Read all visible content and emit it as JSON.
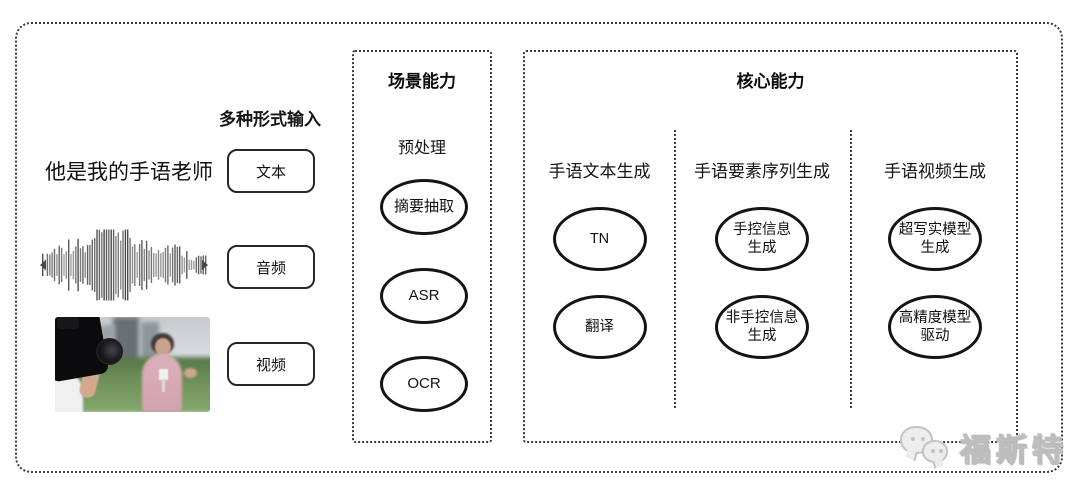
{
  "colors": {
    "ink": "#1c1c1c",
    "frame_border": "#3c3c3c",
    "node_border": "#141414",
    "watermark_gray": "#c3c3c3",
    "background": "#ffffff"
  },
  "input_section": {
    "heading": "多种形式输入",
    "sample_text": "他是我的手语老师",
    "types": [
      {
        "label": "文本"
      },
      {
        "label": "音频"
      },
      {
        "label": "视频"
      }
    ],
    "media": {
      "waveform": "audio-waveform-icon",
      "photo": "camera-filming-reporter-photo"
    }
  },
  "scene_capability": {
    "title": "场景能力",
    "stage_label": "预处理",
    "nodes": [
      "摘要抽取",
      "ASR",
      "OCR"
    ]
  },
  "core_capability": {
    "title": "核心能力",
    "columns": [
      {
        "header": "手语文本生成",
        "nodes": [
          {
            "lines": [
              "TN",
              ""
            ]
          },
          {
            "lines": [
              "翻译",
              ""
            ]
          }
        ]
      },
      {
        "header": "手语要素序列生成",
        "nodes": [
          {
            "lines": [
              "手控信息",
              "生成"
            ]
          },
          {
            "lines": [
              "非手控信息",
              "生成"
            ]
          }
        ]
      },
      {
        "header": "手语视频生成",
        "nodes": [
          {
            "lines": [
              "超写实模型",
              "生成"
            ]
          },
          {
            "lines": [
              "高精度模型",
              "驱动"
            ]
          }
        ]
      }
    ]
  },
  "watermark": {
    "label": "福斯特",
    "icon": "wechat-icon"
  }
}
